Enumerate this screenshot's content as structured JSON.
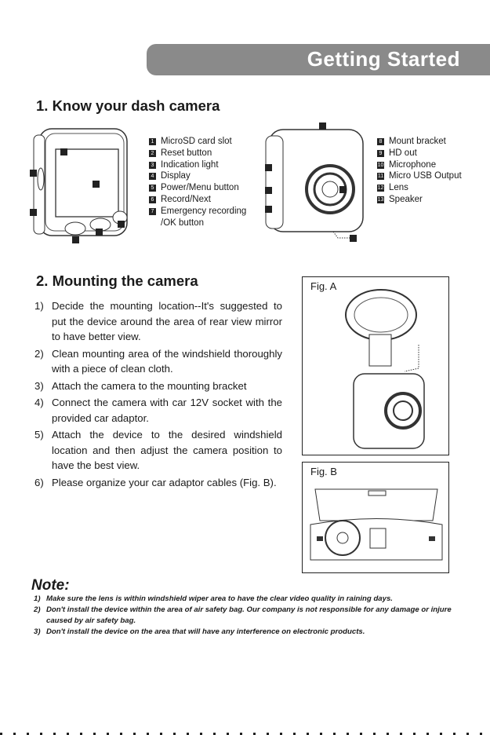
{
  "header": {
    "title": "Getting Started"
  },
  "section1": {
    "title": "1.  Know your dash camera",
    "parts_front": [
      {
        "n": "1",
        "label": "MicroSD card slot"
      },
      {
        "n": "2",
        "label": "Reset button"
      },
      {
        "n": "3",
        "label": "Indication light"
      },
      {
        "n": "4",
        "label": "Display"
      },
      {
        "n": "5",
        "label": "Power/Menu button"
      },
      {
        "n": "6",
        "label": "Record/Next"
      },
      {
        "n": "7",
        "label": "Emergency recording /OK button"
      }
    ],
    "parts_back": [
      {
        "n": "8",
        "label": "Mount bracket"
      },
      {
        "n": "9",
        "label": "HD out"
      },
      {
        "n": "10",
        "label": "Microphone"
      },
      {
        "n": "11",
        "label": "Micro USB Output"
      },
      {
        "n": "12",
        "label": "Lens"
      },
      {
        "n": "13",
        "label": "Speaker"
      }
    ]
  },
  "section2": {
    "title": "2.  Mounting the camera",
    "steps": [
      {
        "n": "1)",
        "text": "Decide the mounting location--It's suggested to put the device around the area of rear view mirror to have better view."
      },
      {
        "n": "2)",
        "text": "Clean mounting area of the windshield thoroughly with a piece of clean cloth."
      },
      {
        "n": "3)",
        "text": "Attach the camera to the mounting bracket"
      },
      {
        "n": "4)",
        "text": "Connect the camera with car 12V socket with the provided car adaptor."
      },
      {
        "n": "5)",
        "text": "Attach the device to the desired windshield location and then adjust the camera position to have the best view."
      },
      {
        "n": "6)",
        "text": "Please organize your car adaptor cables (Fig. B)."
      }
    ],
    "fig_a": "Fig. A",
    "fig_b": "Fig. B"
  },
  "note": {
    "title": "Note:",
    "items": [
      {
        "n": "1)",
        "text": "Make sure the lens is within windshield wiper area to have the clear video quality in raining days."
      },
      {
        "n": "2)",
        "text": "Don't install the device within the area of air safety bag. Our company is not responsible for any damage or injure caused by air safety bag."
      },
      {
        "n": "3)",
        "text": "Don't install the device on the area that will have any interference on electronic products."
      }
    ]
  }
}
